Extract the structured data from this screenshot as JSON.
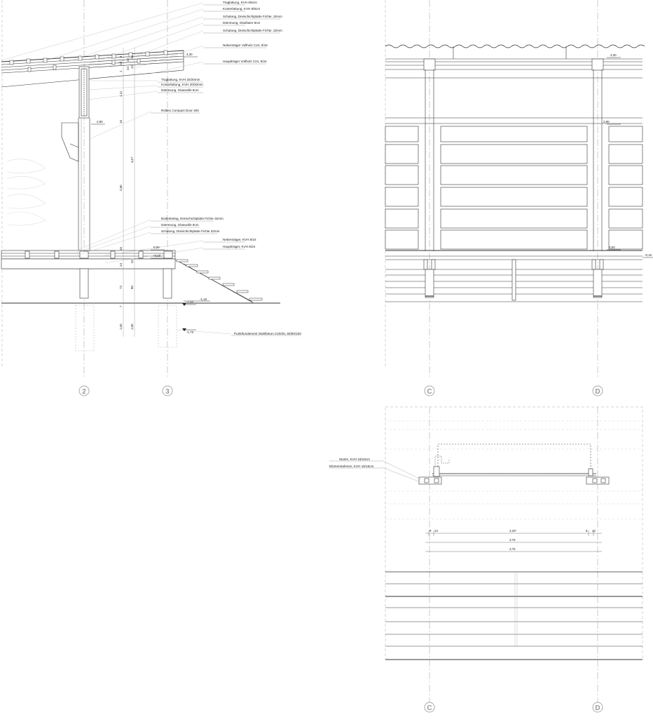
{
  "labels_section_left": [
    "Traglattung, KVH 6/8cm",
    "Konterlattung, KVH 6/8cm",
    "Schalung, Dreischichtplatte Fichte, 32mm",
    "Dämmung, Glasfaser 8cm",
    "Schalung, Dreischichtplatte Fichte, 32mm",
    "Nebenträger Vollholz C24, 8/16",
    "Hauptträger Vollholz C24, 8/24",
    "Traglattung, KVH 20/20mm",
    "Konterlattung, KVH 20/20mm",
    "Dämmung, Glaswolle 8cm",
    "Rolltex Compact Door 200",
    "Bodenbelag, Dreischichtplatte Fichte 32mm",
    "Dämmung, Glaswolle 8cm",
    "Schalung, Dreischichtplatte Fichte 32mm",
    "Nebenträger, KVH 8/16",
    "Hauptträger, KVH 8/24",
    "Punktfundament Stahlbeton C20/25, 50/50/100"
  ],
  "levels_left": {
    "top": "4,30",
    "door": "2,80",
    "floor": "0,00",
    "floor_low": "-0,16",
    "ground_a": "-1,16",
    "ground_b": "-1,07",
    "foundation": "-1,73"
  },
  "vertical_dims_left": [
    "1,11",
    "16",
    "2,80",
    "4,07",
    "16",
    "24",
    "42",
    "72",
    "80",
    "7",
    "1,00",
    "1,00"
  ],
  "roof_dims_left": [
    "1",
    "18",
    "8",
    "24",
    "12",
    "12",
    "16"
  ],
  "levels_right": {
    "top": "4,30",
    "door": "2,80",
    "floor": "0,00",
    "floor_low": "-0,16"
  },
  "plan_labels": [
    "Stutze, KVH 16/16cm",
    "Elementrahmen, KVH 16/16cm"
  ],
  "plan_dims": {
    "row1": [
      "8",
      "12",
      "3,34*",
      "8",
      "12"
    ],
    "row2": "3,75",
    "row3": "3,75"
  },
  "axes": {
    "left": [
      "2",
      "3"
    ],
    "right_top": [
      "C",
      "D"
    ],
    "right_bottom": [
      "C",
      "D"
    ]
  }
}
